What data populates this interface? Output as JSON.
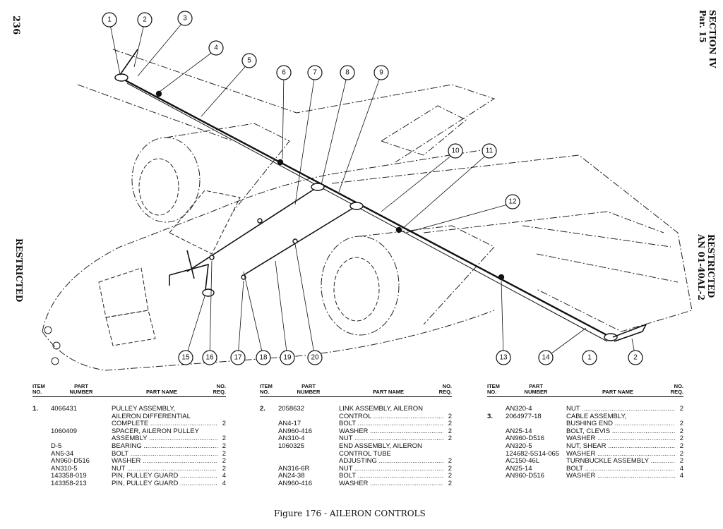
{
  "page": {
    "number": "236",
    "section": "SECTION IV",
    "paragraph": "Par. 15",
    "restricted": "RESTRICTED",
    "doc_number": "AN 01-40AL-2",
    "caption": "Figure 176 - AILERON CONTROLS"
  },
  "callouts": [
    "1",
    "2",
    "3",
    "4",
    "5",
    "6",
    "7",
    "8",
    "9",
    "10",
    "11",
    "12",
    "13",
    "14",
    "1",
    "2",
    "15",
    "16",
    "17",
    "18",
    "19",
    "20"
  ],
  "table_headers": {
    "item_no": [
      "ITEM",
      "NO."
    ],
    "part_number": [
      "PART",
      "NUMBER"
    ],
    "part_name": "PART NAME",
    "no_req": [
      "NO.",
      "REQ."
    ]
  },
  "table1": [
    {
      "item": "1.",
      "part": "4066431",
      "name": "PULLEY ASSEMBLY,",
      "qty": ""
    },
    {
      "item": "",
      "part": "",
      "name": "AILERON DIFFERENTIAL",
      "qty": ""
    },
    {
      "item": "",
      "part": "",
      "name": "COMPLETE",
      "qty": "2"
    },
    {
      "item": "",
      "part": "1060409",
      "name": "SPACER, AILERON PULLEY",
      "qty": ""
    },
    {
      "item": "",
      "part": "",
      "name": "ASSEMBLY",
      "qty": "2"
    },
    {
      "item": "",
      "part": "D-5",
      "name": "BEARING",
      "qty": "2"
    },
    {
      "item": "",
      "part": "AN5-34",
      "name": "BOLT",
      "qty": "2"
    },
    {
      "item": "",
      "part": "AN960-D516",
      "name": "WASHER",
      "qty": "2"
    },
    {
      "item": "",
      "part": "AN310-5",
      "name": "NUT",
      "qty": "2"
    },
    {
      "item": "",
      "part": "143358-019",
      "name": "PIN, PULLEY GUARD",
      "qty": "4"
    },
    {
      "item": "",
      "part": "143358-213",
      "name": "PIN, PULLEY GUARD",
      "qty": "4"
    }
  ],
  "table2": [
    {
      "item": "2.",
      "part": "2058632",
      "name": "LINK ASSEMBLY, AILERON",
      "qty": ""
    },
    {
      "item": "",
      "part": "",
      "name": "CONTROL",
      "qty": "2"
    },
    {
      "item": "",
      "part": "AN4-17",
      "name": "BOLT",
      "qty": "2"
    },
    {
      "item": "",
      "part": "AN960-416",
      "name": "WASHER",
      "qty": "2"
    },
    {
      "item": "",
      "part": "AN310-4",
      "name": "NUT",
      "qty": "2"
    },
    {
      "item": "",
      "part": "1060325",
      "name": "END ASSEMBLY, AILERON",
      "qty": ""
    },
    {
      "item": "",
      "part": "",
      "name": "CONTROL TUBE",
      "qty": ""
    },
    {
      "item": "",
      "part": "",
      "name": "ADJUSTING",
      "qty": "2"
    },
    {
      "item": "",
      "part": "AN316-6R",
      "name": "NUT",
      "qty": "2"
    },
    {
      "item": "",
      "part": "AN24-38",
      "name": "BOLT",
      "qty": "2"
    },
    {
      "item": "",
      "part": "AN960-416",
      "name": "WASHER",
      "qty": "2"
    }
  ],
  "table3": [
    {
      "item": "",
      "part": "AN320-4",
      "name": "NUT",
      "qty": "2"
    },
    {
      "item": "",
      "part": "",
      "name": "",
      "qty": ""
    },
    {
      "item": "3.",
      "part": "2064977-18",
      "name": "CABLE ASSEMBLY,",
      "qty": ""
    },
    {
      "item": "",
      "part": "",
      "name": "BUSHING END",
      "qty": "2"
    },
    {
      "item": "",
      "part": "AN25-14",
      "name": "BOLT, CLEVIS",
      "qty": "2"
    },
    {
      "item": "",
      "part": "AN960-D516",
      "name": "WASHER",
      "qty": "2"
    },
    {
      "item": "",
      "part": "AN320-5",
      "name": "NUT, SHEAR",
      "qty": "2"
    },
    {
      "item": "",
      "part": "124682-5S14-065",
      "name": "WASHER",
      "qty": "2"
    },
    {
      "item": "",
      "part": "AC150-46L",
      "name": "TURNBUCKLE ASSEMBLY",
      "qty": "2"
    },
    {
      "item": "",
      "part": "AN25-14",
      "name": "BOLT",
      "qty": "4"
    },
    {
      "item": "",
      "part": "AN960-D516",
      "name": "WASHER",
      "qty": "4"
    }
  ]
}
